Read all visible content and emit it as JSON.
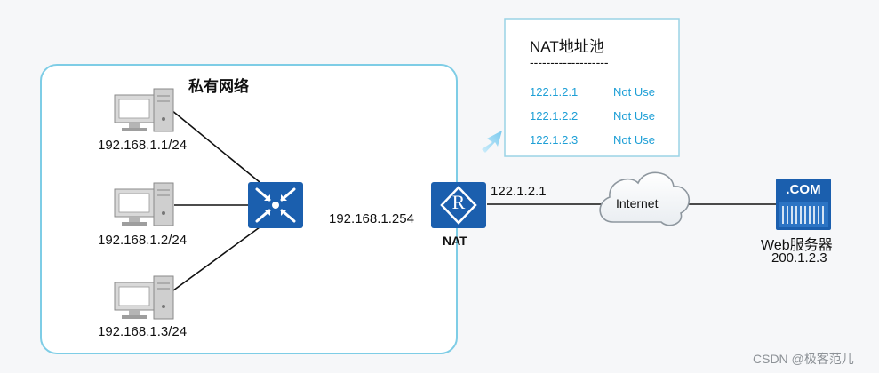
{
  "private_network": {
    "title": "私有网络",
    "hosts": [
      {
        "ip": "192.168.1.1/24"
      },
      {
        "ip": "192.168.1.2/24"
      },
      {
        "ip": "192.168.1.3/24"
      }
    ],
    "switch_gateway_ip": "192.168.1.254"
  },
  "nat_device": {
    "label": "NAT",
    "public_ip": "122.1.2.1",
    "icon_letter": "R"
  },
  "nat_pool": {
    "title": "NAT地址池",
    "divider": "-------------------",
    "entries": [
      {
        "ip": "122.1.2.1",
        "status": "Not Use"
      },
      {
        "ip": "122.1.2.2",
        "status": "Not Use"
      },
      {
        "ip": "122.1.2.3",
        "status": "Not Use"
      }
    ]
  },
  "internet": {
    "label": "Internet"
  },
  "web_server": {
    "badge": ".COM",
    "name": "Web服务器",
    "ip": "200.1.2.3"
  },
  "watermark": "CSDN @极客范儿",
  "colors": {
    "private_box_border": "#7ecde6",
    "device_blue": "#1b5fae",
    "pool_text": "#1e9fd6",
    "pool_border": "#9ad3e6"
  }
}
